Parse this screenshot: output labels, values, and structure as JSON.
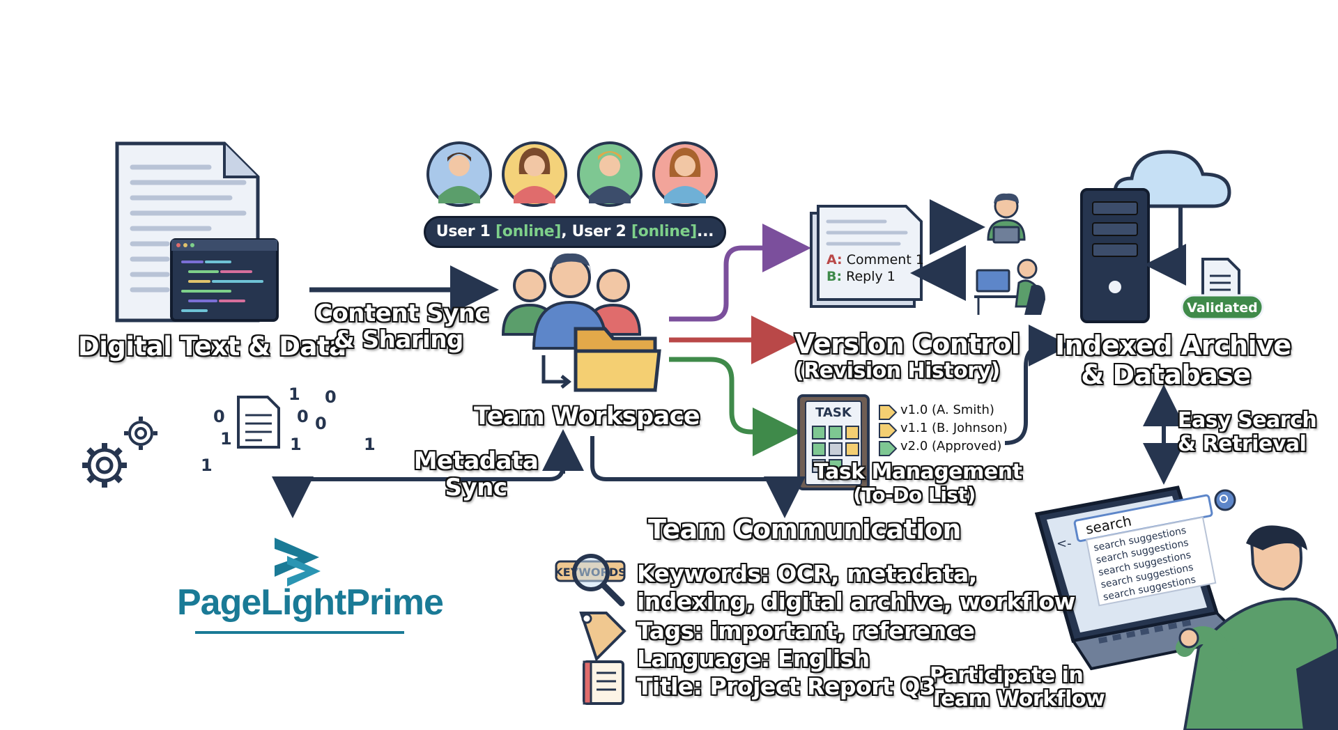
{
  "nodes": {
    "digital_text": "Digital Text & Data",
    "team_workspace": "Team Workspace",
    "version_control": "Version Control",
    "version_control_sub": "(Revision History)",
    "indexed_archive_1": "Indexed Archive",
    "indexed_archive_2": "& Database",
    "task_management": "Task Management",
    "task_management_sub": "(To-Do List)",
    "team_communication": "Team Communication"
  },
  "edges": {
    "content_sync_1": "Content Sync",
    "content_sync_2": "& Sharing",
    "metadata_sync_1": "Metadata",
    "metadata_sync_2": "Sync",
    "easy_search_1": "Easy Search",
    "easy_search_2": "& Retrieval",
    "participate_1": "Participate in",
    "participate_2": "Team Workflow"
  },
  "users_bar": {
    "user1": "User 1 ",
    "status1": "[online]",
    "sep": ", User 2 ",
    "status2": "[online]",
    "tail": "..."
  },
  "comment_doc": {
    "line_a_prefix": "A:",
    "line_a": " Comment 1",
    "line_b_prefix": "B:",
    "line_b": " Reply 1"
  },
  "task_card": {
    "title": "TASK"
  },
  "versions": [
    "v1.0 (A. Smith)",
    "v1.1 (B. Johnson)",
    "v2.0 (Approved)"
  ],
  "validated_badge": "Validated",
  "metadata": {
    "keywords_badge": "KEYWORDS",
    "keywords_1": "Keywords: OCR, metadata,",
    "keywords_2": "indexing, digital archive, workflow",
    "tags": "Tags: important, reference",
    "language": "Language: English",
    "title": "Title: Project Report Q3"
  },
  "binary_digits": [
    "0",
    "1",
    "0",
    "0",
    "0",
    "1",
    "1",
    "1",
    "1"
  ],
  "search_ui": {
    "query": "search",
    "suggestions": [
      "search suggestions",
      "search suggestions",
      "search suggestions",
      "search suggestions",
      "search suggestions"
    ]
  },
  "logo": {
    "text": "PageLightPrime"
  },
  "colors": {
    "navy": "#26354f",
    "purple": "#7b4f9c",
    "red": "#b94848",
    "green": "#3f8a4a",
    "logo_teal": "#1a7a96",
    "online_green": "#7ed08a"
  },
  "icons": [
    "document-icon",
    "code-window-icon",
    "user-avatar-icon",
    "team-icon",
    "folder-icon",
    "comment-document-icon",
    "user-at-laptop-icon",
    "user-at-desk-icon",
    "server-icon",
    "cloud-icon",
    "task-list-icon",
    "tag-icon",
    "gear-icon",
    "magnifier-icon",
    "notebook-icon",
    "laptop-search-icon",
    "person-typing-icon",
    "logo-icon"
  ]
}
